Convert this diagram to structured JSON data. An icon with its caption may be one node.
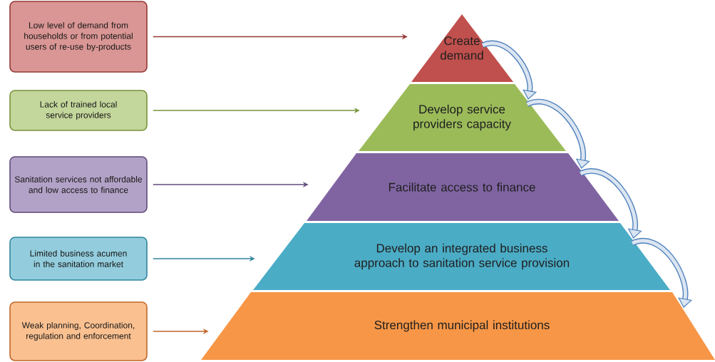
{
  "diagram": {
    "nodes": [
      {
        "text": [
          "Create demand"
        ]
      },
      {
        "text": [
          "Develop service providers capacity"
        ]
      },
      {
        "text": [
          "Facilitate access to finance"
        ]
      },
      {
        "text": [
          "Develop an integrated business approach to sanitation service provision"
        ]
      },
      {
        "text": [
          "Strengthen municipal institutions"
        ]
      },
      {
        "text": [
          "Low level of demand from households or from potential users of re-use by-products"
        ]
      },
      {
        "text": [
          "Lack of trained local service providers"
        ]
      },
      {
        "text": [
          "Sanitation services not affordable and low access to finance"
        ]
      },
      {
        "text": [
          "Limited business acumen in the sanitation market"
        ]
      },
      {
        "text": [
          "Weak planning, Coordination, regulation and enforcement"
        ]
      }
    ],
    "edges": [
      {
        "from": 5,
        "to": 0,
        "arrow": "to",
        "color": "#953735"
      },
      {
        "from": 6,
        "to": 1,
        "arrow": "to",
        "color": "#77933c"
      },
      {
        "from": 7,
        "to": 2,
        "arrow": "to",
        "color": "#604a7b"
      },
      {
        "from": 8,
        "to": 3,
        "arrow": "to",
        "color": "#31859c"
      },
      {
        "from": 9,
        "to": 4,
        "arrow": "to",
        "color": "#c0672a"
      },
      {
        "from": 0,
        "to": 1,
        "arrow": "to",
        "style": "thick",
        "color": "#4f81bd"
      },
      {
        "from": 1,
        "to": 2,
        "arrow": "to",
        "style": "thick",
        "color": "#4f81bd"
      },
      {
        "from": 2,
        "to": 3,
        "arrow": "to",
        "style": "thick",
        "color": "#4f81bd"
      },
      {
        "from": 3,
        "to": 4,
        "arrow": "to",
        "style": "thick",
        "color": "#4f81bd"
      }
    ]
  }
}
